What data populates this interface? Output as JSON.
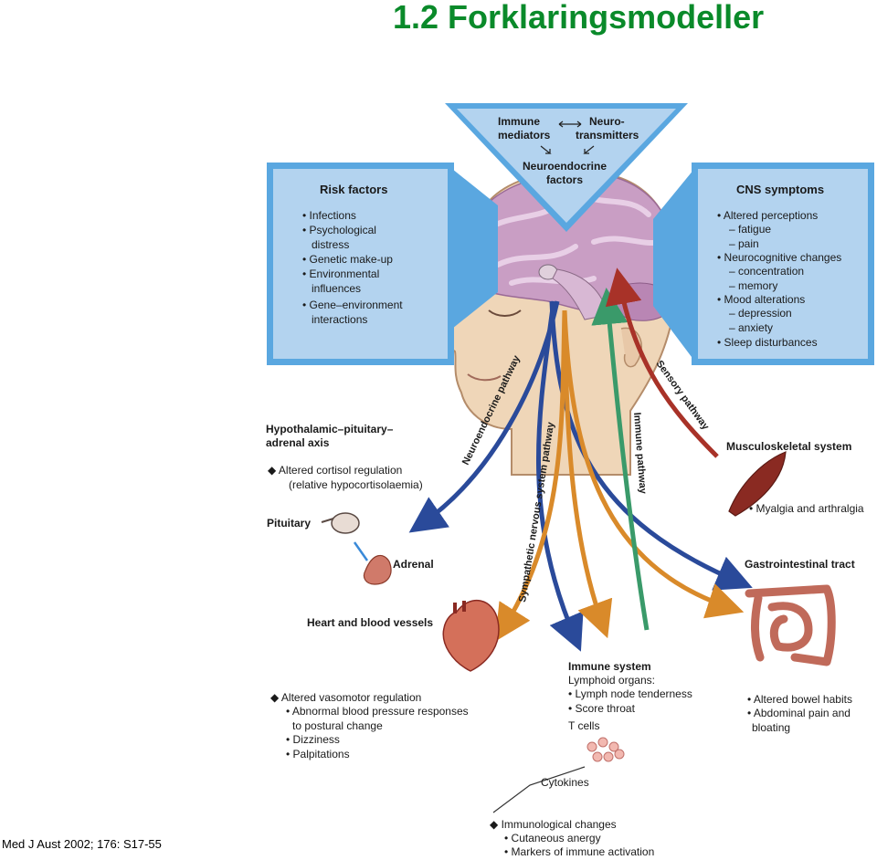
{
  "title": "1.2 Forklaringsmodeller",
  "citation": "Med J Aust 2002; 176: S17-55",
  "triangle": {
    "immune_mediators": [
      "Immune",
      "mediators"
    ],
    "neurotransmitters": [
      "Neuro-",
      "transmitters"
    ],
    "neuroendocrine": [
      "Neuroendocrine",
      "factors"
    ]
  },
  "risk_factors": {
    "heading": "Risk factors",
    "lines": [
      "• Infections",
      "• Psychological",
      "distress",
      "• Genetic make-up",
      "• Environmental",
      "influences",
      "• Gene–environment",
      "interactions"
    ]
  },
  "cns_symptoms": {
    "heading": "CNS symptoms",
    "lines": [
      "• Altered perceptions",
      "– fatigue",
      "– pain",
      "• Neurocognitive changes",
      "– concentration",
      "– memory",
      "• Mood alterations",
      "– depression",
      "– anxiety",
      "• Sleep disturbances"
    ]
  },
  "pathways": {
    "neuroendocrine": "Neuroendocrine pathway",
    "sympathetic": "Sympathetic nervous system pathway",
    "immune": "Immune pathway",
    "sensory": "Sensory pathway"
  },
  "hpa": {
    "heading": [
      "Hypothalamic–pituitary–",
      "adrenal axis"
    ],
    "bullet": [
      "◆  Altered cortisol regulation",
      "(relative hypocortisolaemia)"
    ],
    "pituitary": "Pituitary",
    "adrenal": "Adrenal"
  },
  "musculoskeletal": {
    "heading": "Musculoskeletal system",
    "bullet": "• Myalgia and arthralgia"
  },
  "gastrointestinal": {
    "heading": "Gastrointestinal tract",
    "lines": [
      "• Altered bowel habits",
      "• Abdominal pain and",
      "bloating"
    ]
  },
  "heart": {
    "heading": "Heart and blood vessels",
    "lines": [
      "◆  Altered vasomotor regulation",
      "• Abnormal blood pressure responses",
      "to postural change",
      "• Dizziness",
      "• Palpitations"
    ]
  },
  "immune_system": {
    "heading": "Immune system",
    "lines": [
      "Lymphoid organs:",
      "• Lymph node tenderness",
      "• Score throat",
      "T cells"
    ],
    "cytokines": "Cytokines",
    "changes": [
      "◆  Immunological changes",
      "• Cutaneous anergy",
      "• Markers of immune activation"
    ]
  },
  "colors": {
    "title_green": "#0a8a2a",
    "box_blue": "#b3d3ef",
    "box_border": "#5aa7e0",
    "neuroendocrine_arrow": "#2a4a9a",
    "sympathetic_arrow": "#d98a2a",
    "immune_arrow": "#3a9a6a",
    "sensory_arrow": "#a83228",
    "brain": "#c99ec4",
    "skin": "#efd6b8"
  }
}
